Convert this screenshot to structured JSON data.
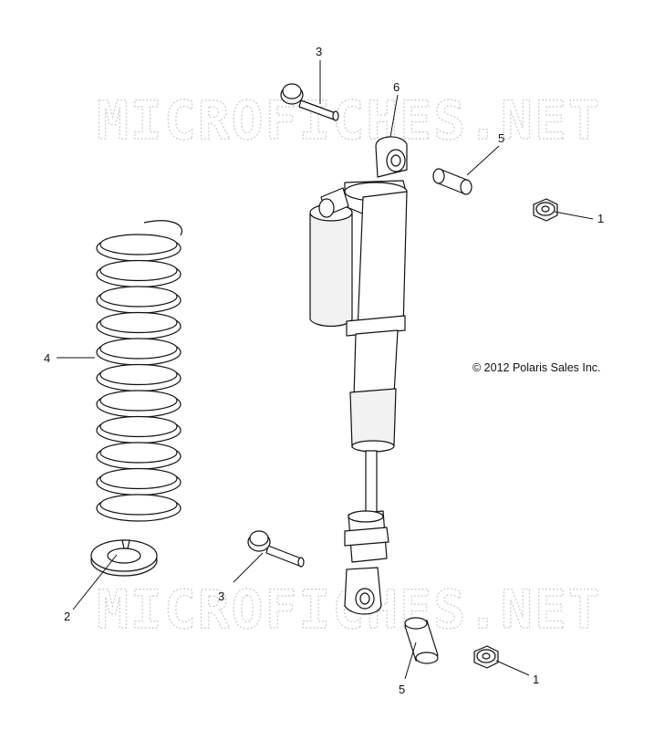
{
  "watermark": {
    "text_top": "MICROFICHES.NET",
    "text_bottom": "MICROFICHES.NET"
  },
  "copyright": "© 2012 Polaris Sales Inc.",
  "callouts": [
    {
      "id": "nut_top",
      "label": "1"
    },
    {
      "id": "nut_bottom",
      "label": "1"
    },
    {
      "id": "washer",
      "label": "2"
    },
    {
      "id": "bolt_top",
      "label": "3"
    },
    {
      "id": "bolt_bottom",
      "label": "3"
    },
    {
      "id": "spring",
      "label": "4"
    },
    {
      "id": "bushing_top",
      "label": "5"
    },
    {
      "id": "bushing_bottom",
      "label": "5"
    },
    {
      "id": "shock",
      "label": "6"
    }
  ]
}
